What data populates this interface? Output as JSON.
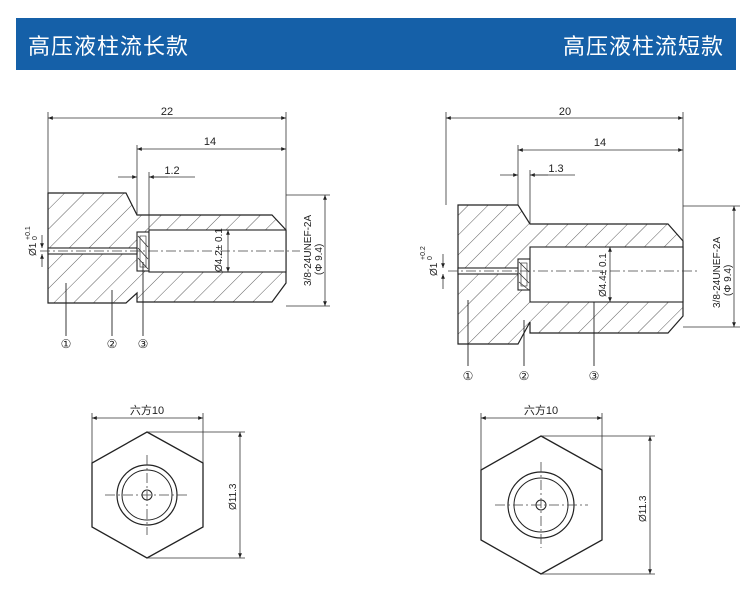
{
  "banner": {
    "long_title": "高压液柱流长款",
    "short_title": "高压液柱流短款"
  },
  "long": {
    "dim_total": "22",
    "dim_inner": "14",
    "dim_step": "1.2",
    "dim_bore_tol": "+0.1",
    "dim_bore_tol_lower": "0",
    "dim_bore_base": "Ø1",
    "dim_chamber": "Ø4.2± 0.1",
    "thread": "3/8-24UNEF-2A",
    "thread_dia": "(Φ 9.4)",
    "callouts": [
      "①",
      "②",
      "③"
    ],
    "hex_label": "六方10",
    "hex_dia": "Ø11.3"
  },
  "short": {
    "dim_total": "20",
    "dim_inner": "14",
    "dim_step": "1.3",
    "dim_bore_tol": "+0.2",
    "dim_bore_tol_lower": "0",
    "dim_bore_base": "Ø1",
    "dim_chamber": "Ø4.4± 0.1",
    "thread": "3/8-24UNEF-2A",
    "thread_dia": "(Φ 9.4)",
    "callouts": [
      "①",
      "②",
      "③"
    ],
    "hex_label": "六方10",
    "hex_dia": "Ø11.3"
  }
}
